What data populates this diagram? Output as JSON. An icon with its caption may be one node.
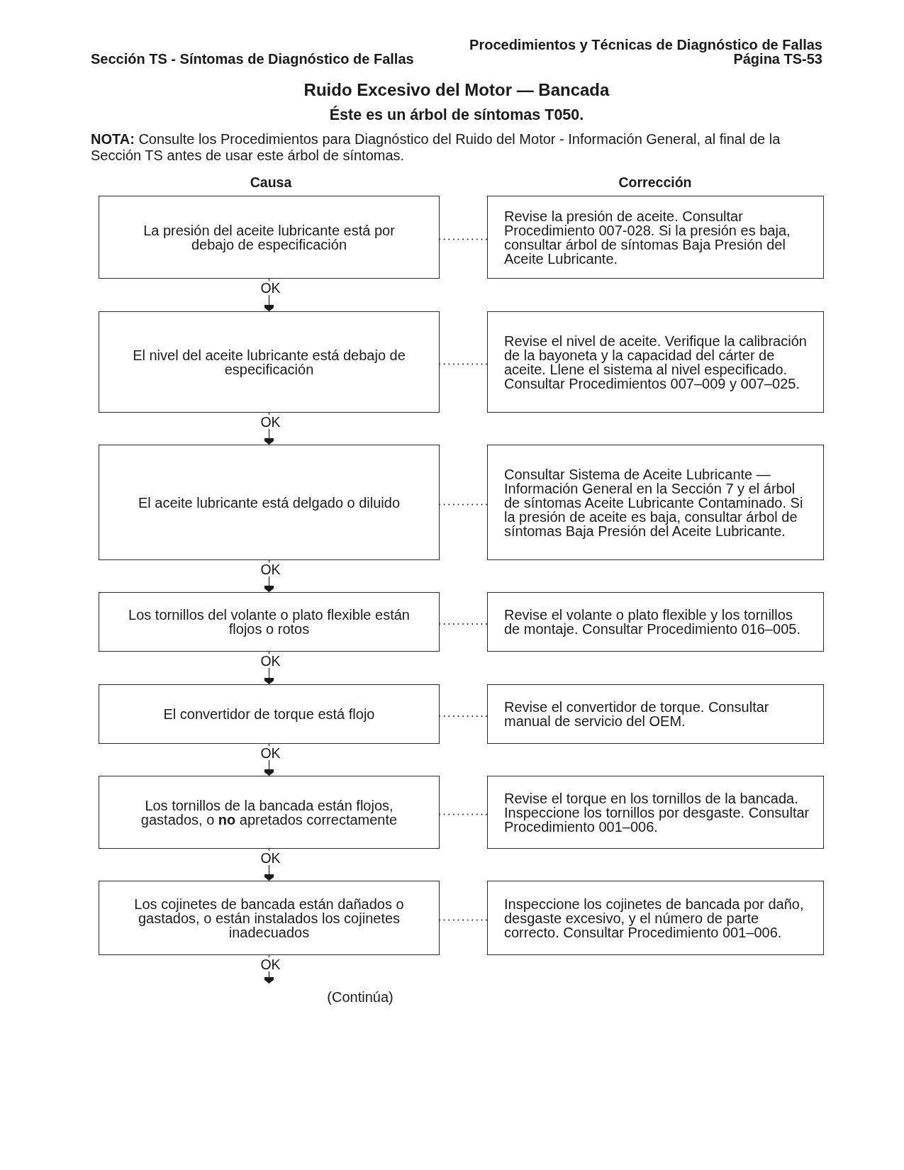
{
  "diagram": {
    "title": "Ruido Excesivo del Motor — Bancada",
    "nodes": [
      {
        "text": [
          "La presión del aceite lubricante está por debajo de especificación"
        ]
      },
      {
        "text": [
          "Revise la presión de aceite. Consultar Procedimiento 007-028. Si la presión es baja, consultar árbol de síntomas Baja Presión del Aceite Lubricante."
        ]
      },
      {
        "text": [
          "El nivel del aceite lubricante está debajo de especificación"
        ]
      },
      {
        "text": [
          "Revise el nivel de aceite. Verifique la calibración de la bayoneta y la capacidad del cárter de aceite. Llene el sistema al nivel especificado. Consultar Procedimientos 007–009 y 007–025."
        ]
      },
      {
        "text": [
          "El aceite lubricante está delgado o diluido"
        ]
      },
      {
        "text": [
          "Consultar Sistema de Aceite Lubricante — Información General en la Sección 7 y el árbol de síntomas Aceite Lubricante Contaminado. Si la presión de aceite es baja, consultar árbol de síntomas Baja Presión del Aceite Lubricante."
        ]
      },
      {
        "text": [
          "Los tornillos del volante o plato flexible están flojos o rotos"
        ]
      },
      {
        "text": [
          "Revise el volante o plato flexible y los tornillos de montaje. Consultar Procedimiento 016–005."
        ]
      },
      {
        "text": [
          "El convertidor de torque está flojo"
        ]
      },
      {
        "text": [
          "Revise el convertidor de torque. Consultar manual de servicio del OEM."
        ]
      },
      {
        "text": [
          "Los tornillos de la bancada están flojos, gastados, o **no** apretados correctamente"
        ]
      },
      {
        "text": [
          "Revise el torque en los tornillos de la bancada. Inspeccione los tornillos por desgaste. Consultar Procedimiento 001–006."
        ]
      },
      {
        "text": [
          "Los cojinetes de bancada están dañados o gastados, o están instalados los cojinetes inadecuados"
        ]
      },
      {
        "text": [
          "Inspeccione los cojinetes de bancada por daño, desgaste excesivo, y el número de parte correcto. Consultar Procedimiento 001–006."
        ]
      }
    ],
    "edges": [
      {
        "from": 0,
        "to": 1,
        "arrow": "none",
        "style": "dashed"
      },
      {
        "from": 0,
        "to": 2,
        "arrow": "to",
        "label": "OK"
      },
      {
        "from": 2,
        "to": 3,
        "arrow": "none",
        "style": "dashed"
      },
      {
        "from": 2,
        "to": 4,
        "arrow": "to",
        "label": "OK"
      },
      {
        "from": 4,
        "to": 5,
        "arrow": "none",
        "style": "dashed"
      },
      {
        "from": 4,
        "to": 6,
        "arrow": "to",
        "label": "OK"
      },
      {
        "from": 6,
        "to": 7,
        "arrow": "none",
        "style": "dashed"
      },
      {
        "from": 6,
        "to": 8,
        "arrow": "to",
        "label": "OK"
      },
      {
        "from": 8,
        "to": 9,
        "arrow": "none",
        "style": "dashed"
      },
      {
        "from": 8,
        "to": 10,
        "arrow": "to",
        "label": "OK"
      },
      {
        "from": 10,
        "to": 11,
        "arrow": "none",
        "style": "dashed"
      },
      {
        "from": 10,
        "to": 12,
        "arrow": "to",
        "label": "OK"
      },
      {
        "from": 12,
        "to": 13,
        "arrow": "none",
        "style": "dashed"
      },
      {
        "from": 12,
        "to": null,
        "arrow": "to",
        "label": "OK"
      }
    ],
    "labels": [
      "Procedimientos y Técnicas de Diagnóstico de Fallas",
      "Sección TS - Síntomas de Diagnóstico de Fallas",
      "Página TS-53",
      "Éste es un árbol de síntomas T050.",
      "**NOTA:** Consulte los Procedimientos para Diagnóstico del Ruido del Motor - Información General, al final de la Sección TS antes de usar este árbol de síntomas.",
      "Causa",
      "Corrección",
      "(Continúa)"
    ]
  }
}
